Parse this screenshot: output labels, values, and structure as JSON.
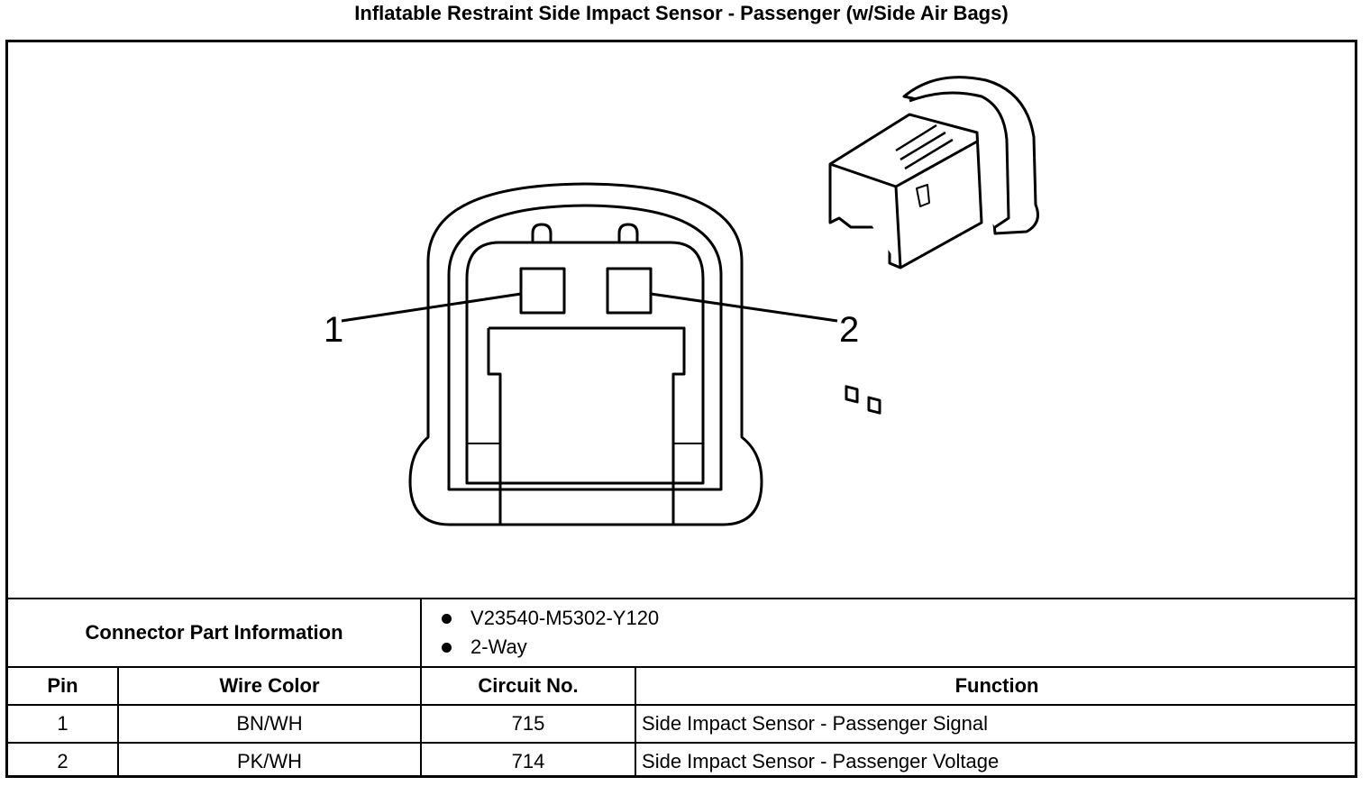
{
  "title": "Inflatable Restraint Side Impact Sensor - Passenger (w/Side Air Bags)",
  "diagram": {
    "pin_labels": [
      "1",
      "2"
    ]
  },
  "part_info": {
    "label": "Connector Part Information",
    "items": [
      "V23540-M5302-Y120",
      "2-Way"
    ]
  },
  "table": {
    "headers": {
      "pin": "Pin",
      "wire_color": "Wire Color",
      "circuit": "Circuit No.",
      "function": "Function"
    },
    "rows": [
      {
        "pin": "1",
        "wire_color": "BN/WH",
        "circuit": "715",
        "function": "Side Impact Sensor - Passenger Signal"
      },
      {
        "pin": "2",
        "wire_color": "PK/WH",
        "circuit": "714",
        "function": "Side Impact Sensor - Passenger Voltage"
      }
    ]
  }
}
